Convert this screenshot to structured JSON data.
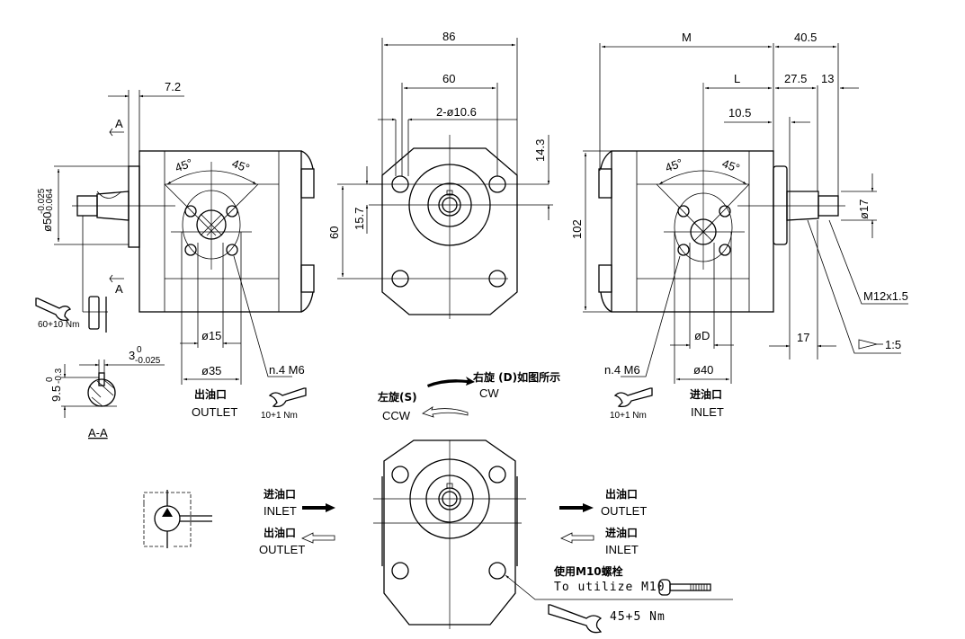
{
  "side_view_left": {
    "dim_flange": "7.2",
    "section_mark": "A",
    "dim_pilot": "ø50",
    "dim_pilot_tol_upper": "-0.025",
    "dim_pilot_tol_lower": "-0.064",
    "angle_left": "45°",
    "angle_right": "45°",
    "nut_torque": "60+10 Nm",
    "port_inner": "ø15",
    "port_outer": "ø35",
    "bolt_spec": "n.4  M6",
    "port_cn": "出油口",
    "port_en": "OUTLET",
    "port_torque": "10+1 Nm"
  },
  "section_aa": {
    "key_width": "3",
    "key_width_tol_upper": "0",
    "key_width_tol_lower": "-0.025",
    "key_depth": "9.5",
    "key_depth_tol_upper": "0",
    "key_depth_tol_lower": "-0.3",
    "title": "A-A"
  },
  "front_view": {
    "dim_width": "86",
    "dim_hole_spacing": "60",
    "dim_holes": "2-ø10.6",
    "dim_offset_top": "14.3",
    "dim_offset_center": "15.7",
    "dim_vertical": "60"
  },
  "rotation": {
    "cw_cn": "右旋 (D)如图所示",
    "cw_en": "CW",
    "ccw_cn": "左旋(S)",
    "ccw_en": "CCW"
  },
  "side_view_right": {
    "dim_M": "M",
    "dim_40_5": "40.5",
    "dim_L": "L",
    "dim_27_5": "27.5",
    "dim_13": "13",
    "dim_10_5": "10.5",
    "dim_height": "102",
    "angle_left": "45°",
    "angle_right": "45°",
    "shaft_dia": "ø17",
    "thread": "M12x1.5",
    "dim_17": "17",
    "taper": "1:5",
    "port_inner": "øD",
    "port_outer": "ø40",
    "bolt_spec": "n.4  M6",
    "port_cn": "进油口",
    "port_en": "INLET",
    "port_torque": "10+1 Nm"
  },
  "bottom": {
    "left_inlet_cn": "进油口",
    "left_inlet_en": "INLET",
    "left_outlet_cn": "出油口",
    "left_outlet_en": "OUTLET",
    "right_outlet_cn": "出油口",
    "right_outlet_en": "OUTLET",
    "right_inlet_cn": "进油口",
    "right_inlet_en": "INLET",
    "bolt_note_cn": "使用M10螺栓",
    "bolt_note_en": "To utilize M10",
    "bolt_torque": "45+5 Nm"
  }
}
